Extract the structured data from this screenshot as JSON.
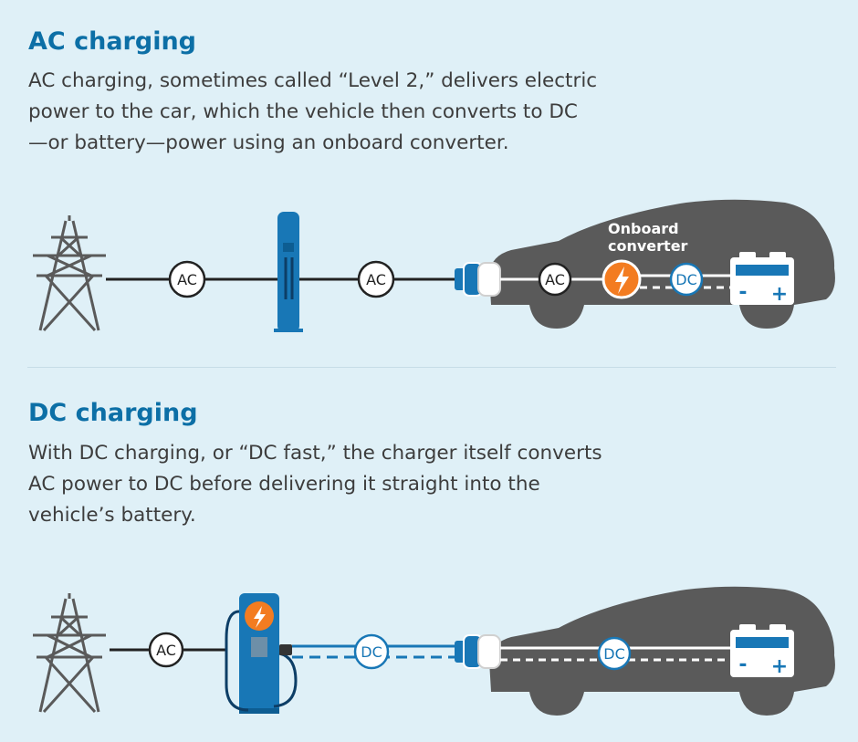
{
  "ac": {
    "title": "AC charging",
    "desc_lines": [
      "AC charging, sometimes called “Level 2,” delivers electric",
      "power to the car, which the vehicle then converts to DC",
      "—or battery—power using an onboard converter."
    ],
    "grid_label": "AC",
    "cable_label": "AC",
    "car_ac_label": "AC",
    "converter_label_line1": "Onboard",
    "converter_label_line2": "converter",
    "car_dc_label": "DC",
    "battery_minus": "-",
    "battery_plus": "+"
  },
  "dc": {
    "title": "DC charging",
    "desc_lines": [
      "With DC charging, or “DC fast,” the charger itself converts",
      "AC power to DC before delivering it straight into the",
      "vehicle’s battery."
    ],
    "grid_label": "AC",
    "cable_label": "DC",
    "car_dc_label": "DC",
    "battery_minus": "-",
    "battery_plus": "+"
  },
  "colors": {
    "background": "#dff0f7",
    "title": "#0c6fa6",
    "car": "#5a5a5a",
    "station_blue": "#1877b6",
    "converter_orange": "#f37c21"
  }
}
